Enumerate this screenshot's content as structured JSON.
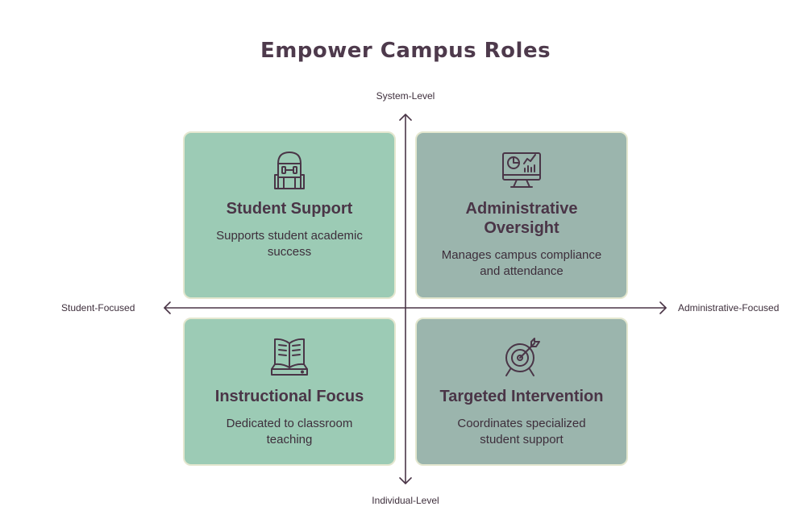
{
  "title": "Empower Campus Roles",
  "axes": {
    "top": "System-Level",
    "bottom": "Individual-Level",
    "left": "Student-Focused",
    "right": "Administrative-Focused"
  },
  "quadrants": {
    "top_left": {
      "title": "Student Support",
      "description": "Supports student academic success",
      "icon": "backpack-icon",
      "color": "#9ccbb5"
    },
    "top_right": {
      "title": "Administrative Oversight",
      "description": "Manages campus compliance and attendance",
      "icon": "analytics-monitor-icon",
      "color": "#9bb5ad"
    },
    "bottom_left": {
      "title": "Instructional Focus",
      "description": "Dedicated to classroom teaching",
      "icon": "open-book-icon",
      "color": "#9ccbb5"
    },
    "bottom_right": {
      "title": "Targeted Intervention",
      "description": "Coordinates specialized student support",
      "icon": "target-arrow-icon",
      "color": "#9bb5ad"
    }
  }
}
